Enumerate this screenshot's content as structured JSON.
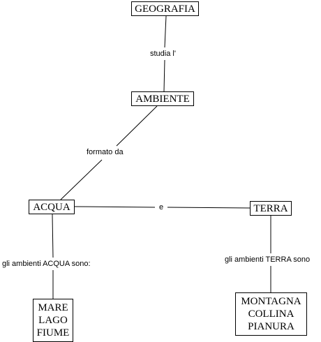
{
  "nodes": {
    "geografia": {
      "lines": [
        "GEOGRAFIA"
      ]
    },
    "ambiente": {
      "lines": [
        "AMBIENTE"
      ]
    },
    "acqua": {
      "lines": [
        "ACQUA"
      ]
    },
    "terra": {
      "lines": [
        "TERRA"
      ]
    },
    "ambienti_acqua": {
      "lines": [
        "MARE",
        "LAGO",
        "FIUME"
      ]
    },
    "ambienti_terra": {
      "lines": [
        "MONTAGNA",
        "COLLINA",
        "PIANURA"
      ]
    }
  },
  "links": {
    "studia": "studia l'",
    "formato": "formato da",
    "e": "e",
    "acqua_sono": "gli ambienti  ACQUA sono:",
    "terra_sono": "gli ambienti TERRA sono"
  },
  "colors": {
    "line": "#000000",
    "background": "#ffffff"
  }
}
